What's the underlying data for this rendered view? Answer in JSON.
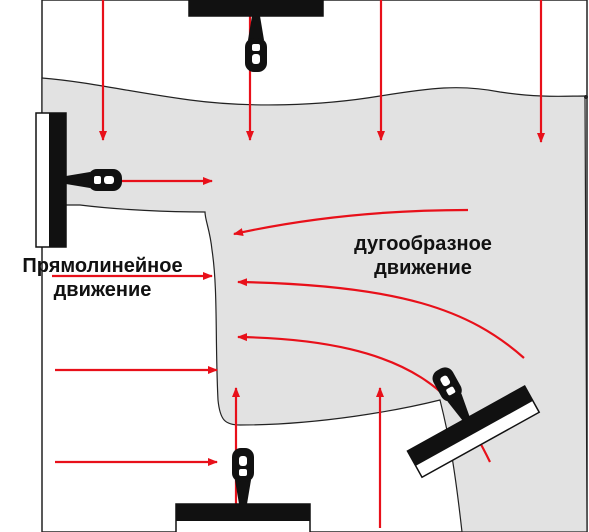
{
  "labels": {
    "straight_line1": "Прямолинейное",
    "straight_line2": "движение",
    "arc_line1": "дугообразное",
    "arc_line2": "движение"
  },
  "colors": {
    "arrow": "#e8101a",
    "plaster": "#e2e2e2",
    "wall": "#ffffff",
    "outline": "#222222",
    "tool": "#111111"
  },
  "icons": [
    "spatula-icon"
  ]
}
